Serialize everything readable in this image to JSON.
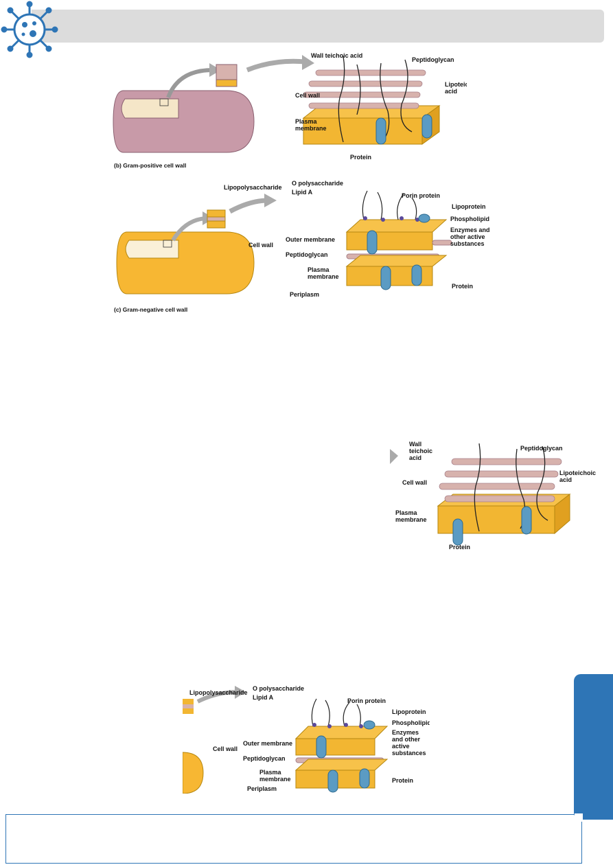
{
  "figure_gram_positive": {
    "caption": "(b) Gram-positive cell wall",
    "labels": {
      "wall_teichoic_acid": "Wall teichoic acid",
      "peptidoglycan": "Peptidoglycan",
      "lipoteichoic_acid": "Lipoteichoic acid",
      "cell_wall": "Cell wall",
      "plasma_membrane": "Plasma membrane",
      "protein": "Protein"
    }
  },
  "figure_gram_negative": {
    "caption": "(c) Gram-negative cell wall",
    "labels": {
      "lipopolysaccharide": "Lipopolysaccharide",
      "o_polysaccharide": "O polysaccharide",
      "lipid_a": "Lipid A",
      "porin_protein": "Porin protein",
      "lipoprotein": "Lipoprotein",
      "phospholipid": "Phospholipid",
      "enzymes": "Enzymes and other active substances",
      "cell_wall": "Cell wall",
      "outer_membrane": "Outer membrane",
      "peptidoglycan": "Peptidoglycan",
      "plasma_membrane": "Plasma membrane",
      "periplasm": "Periplasm",
      "protein": "Protein"
    }
  },
  "figure_gram_positive_detail": {
    "labels": {
      "wall_teichoic_acid": "Wall teichoic acid",
      "peptidoglycan": "Peptidoglycan",
      "lipoteichoic_acid": "Lipoteichoic acid",
      "cell_wall": "Cell wall",
      "plasma_membrane": "Plasma membrane",
      "protein": "Protein"
    }
  },
  "figure_gram_negative_detail": {
    "labels": {
      "lipopolysaccharide": "Lipopolysaccharide",
      "o_polysaccharide": "O polysaccharide",
      "lipid_a": "Lipid A",
      "porin_protein": "Porin protein",
      "lipoprotein": "Lipoprotein",
      "phospholipid": "Phospholipid",
      "enzymes": "Enzymes and other active substances",
      "cell_wall": "Cell wall",
      "outer_membrane": "Outer membrane",
      "peptidoglycan": "Peptidoglycan",
      "plasma_membrane": "Plasma membrane",
      "periplasm": "Periplasm",
      "protein": "Protein"
    }
  },
  "colors": {
    "header_bar": "#dcdcdc",
    "accent_blue": "#2e75b6",
    "membrane_yellow": "#f2b632",
    "peptidoglycan_pink": "#d7b2ad",
    "protein_blue": "#5b9bc3",
    "rod_pink": "#c89aa8",
    "rod_yellow": "#f7b733"
  },
  "icons": {
    "logo": "virus-icon"
  }
}
